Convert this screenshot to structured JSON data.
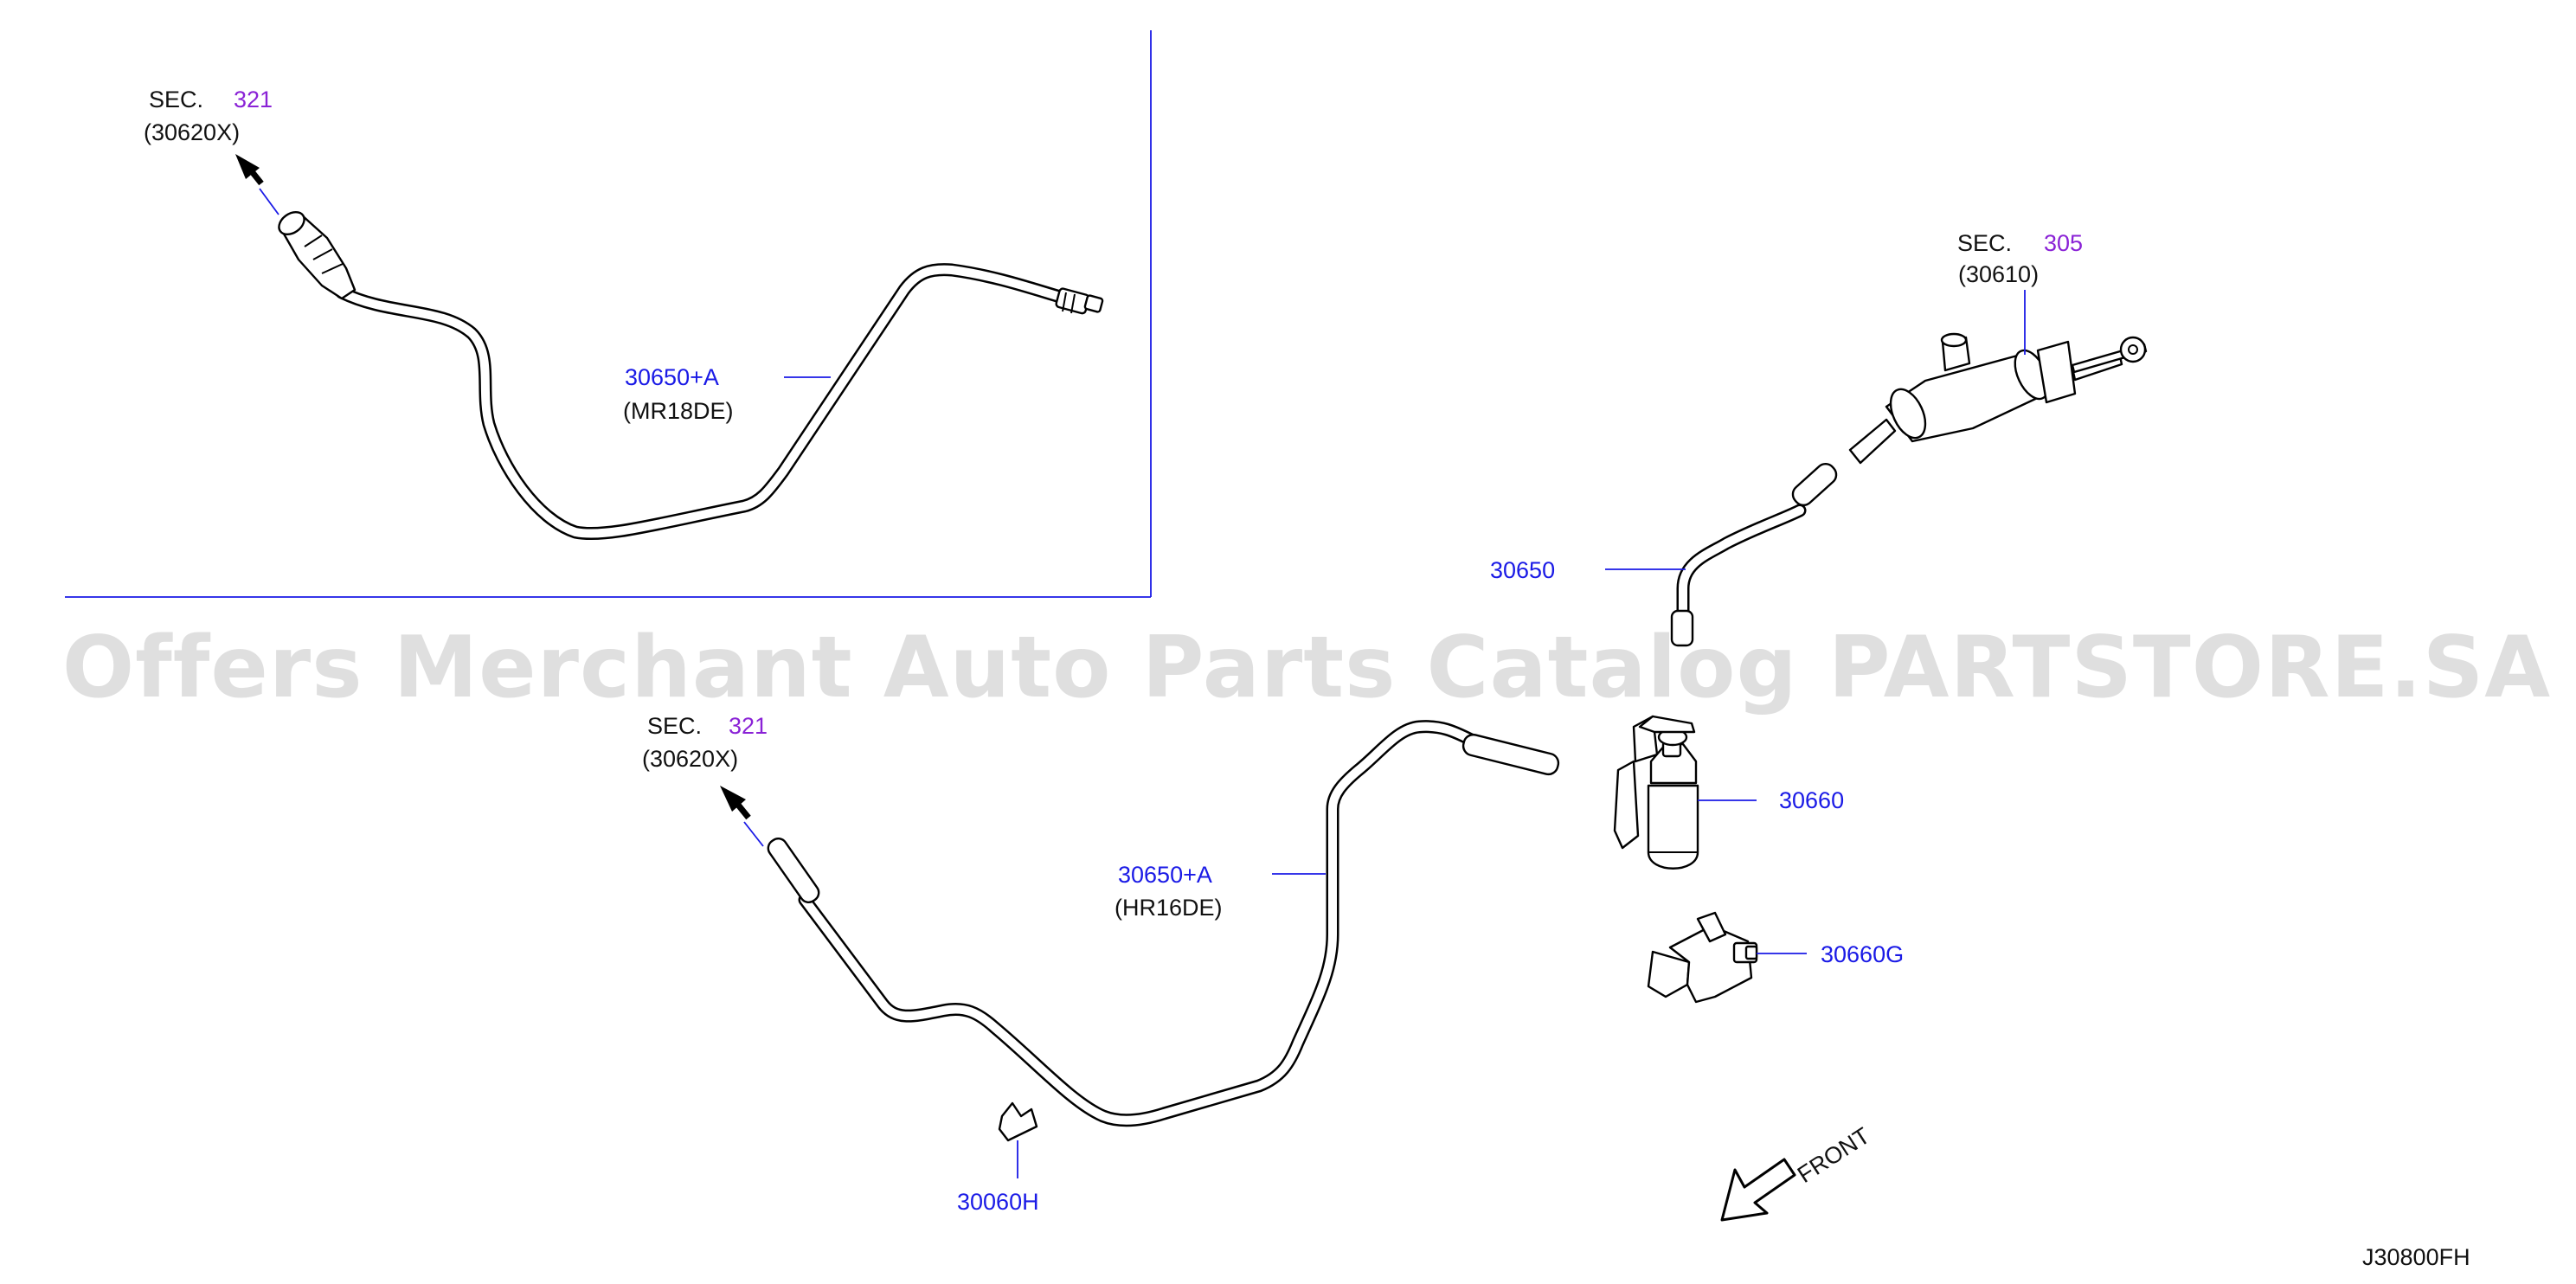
{
  "watermark": "Offers Merchant Auto Parts Catalog PARTSTORE.SA",
  "diagram_code": "J30800FH",
  "front_label": "FRONT",
  "sec_refs": [
    {
      "sec": "SEC.",
      "num": "321",
      "code": "(30620X)"
    },
    {
      "sec": "SEC.",
      "num": "305",
      "code": "(30610)"
    },
    {
      "sec": "SEC.",
      "num": "321",
      "code": "(30620X)"
    }
  ],
  "parts": {
    "tube_mr18": {
      "number": "30650+A",
      "variant": "(MR18DE)"
    },
    "tube_hr16": {
      "number": "30650+A",
      "variant": "(HR16DE)"
    },
    "hose": {
      "number": "30650"
    },
    "reservoir": {
      "number": "30660"
    },
    "bracket": {
      "number": "30660G"
    },
    "clip": {
      "number": "30060H"
    }
  },
  "colors": {
    "part_number": "#1a1ae6",
    "section_number": "#8a22d6",
    "frame_line": "#1a1ae6",
    "watermark": "#d9d9d9"
  }
}
